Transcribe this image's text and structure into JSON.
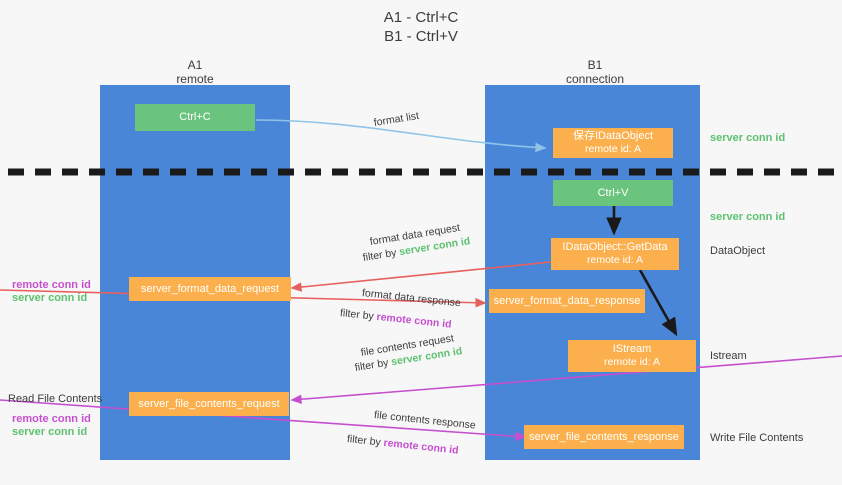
{
  "title": {
    "line1": "A1 - Ctrl+C",
    "line2": "B1 - Ctrl+V"
  },
  "lanes": [
    {
      "name": "A1",
      "sub": "remote"
    },
    {
      "name": "B1",
      "sub": "connection"
    }
  ],
  "boxes": {
    "ctrl_c": {
      "label": "Ctrl+C"
    },
    "ctrl_v": {
      "label": "Ctrl+V"
    },
    "save_dataobject": {
      "line1": "保存IDataObject",
      "line2": "remote id: A"
    },
    "getdata": {
      "line1": "IDataObject::GetData",
      "line2": "remote id: A"
    },
    "istream": {
      "line1": "IStream",
      "line2": "remote id: A"
    },
    "server_format_data_request": {
      "label": "server_format_data_request"
    },
    "server_format_data_response": {
      "label": "server_format_data_response"
    },
    "server_file_contents_request": {
      "label": "server_file_contents_request"
    },
    "server_file_contents_response": {
      "label": "server_file_contents_response"
    }
  },
  "arrow_captions": {
    "format_list": "format list",
    "format_data_request": "format data request",
    "format_data_request_filter_prefix": "filter by ",
    "format_data_request_filter_value": "server conn id",
    "format_data_response": "format data response",
    "format_data_response_filter_prefix": "filter by ",
    "format_data_response_filter_value": "remote conn id",
    "file_contents_request": "file contents request",
    "file_contents_request_filter_prefix": "filter by ",
    "file_contents_request_filter_value": "server conn id",
    "file_contents_response": "file contents response",
    "file_contents_response_filter_prefix": "filter by ",
    "file_contents_response_filter_value": "remote conn id"
  },
  "right_labels": {
    "server_conn_id_top": "server conn id",
    "server_conn_id_second": "server conn id",
    "dataobject": "DataObject",
    "istream": "Istream",
    "write_file_contents": "Write File Contents"
  },
  "left_labels": {
    "remote_conn_id_mid": "remote conn id",
    "server_conn_id_mid": "server conn id",
    "read_file_contents": "Read File Contents",
    "remote_conn_id_bottom": "remote conn id",
    "server_conn_id_bottom": "server conn id"
  },
  "colors": {
    "lane": "#4a86d8",
    "green_box": "#6bc47d",
    "orange_box": "#fbb04d",
    "green_text": "#5dc26f",
    "magenta_text": "#c64fd0",
    "red_arrow": "#e8605d",
    "magenta_arrow": "#c64fd0",
    "blue_arrow": "#8fc4e8",
    "black_arrow": "#1a1a1a",
    "background": "#f7f7f7"
  }
}
